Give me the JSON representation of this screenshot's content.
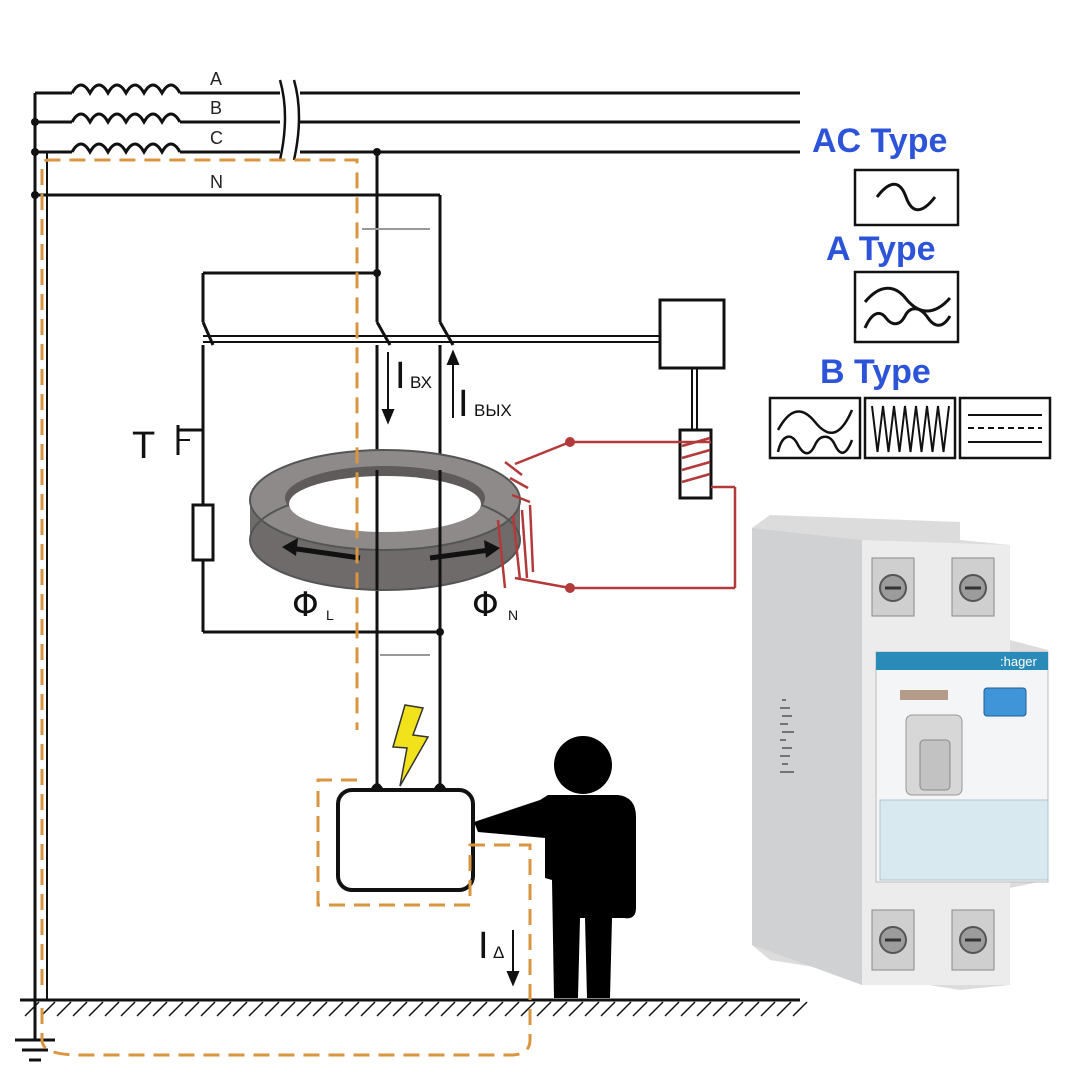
{
  "diagram": {
    "phase_labels": [
      "A",
      "B",
      "C",
      "N"
    ],
    "test_button_label": "T",
    "current_in": {
      "symbol": "I",
      "subscript": "ВХ"
    },
    "current_out": {
      "symbol": "I",
      "subscript": "ВЫХ"
    },
    "flux_L": {
      "symbol": "Φ",
      "subscript": "L"
    },
    "flux_N": {
      "symbol": "Φ",
      "subscript": "N"
    },
    "leakage_current": {
      "symbol": "I",
      "subscript": "Δ"
    }
  },
  "rcd_types": [
    {
      "title": "AC Type",
      "waveforms": [
        "sine-icon"
      ]
    },
    {
      "title": "A Type",
      "waveforms": [
        "pulsating-dc-icon"
      ]
    },
    {
      "title": "B Type",
      "waveforms": [
        "rectified-icon",
        "high-frequency-icon",
        "smooth-dc-icon"
      ]
    }
  ],
  "device": {
    "brand": ":hager"
  },
  "colors": {
    "type_title": "#2d54d8",
    "wires": "#111111",
    "protective_path": "#d9953f",
    "sensing_winding": "#b23a3a",
    "toroid": "#8e8a8a",
    "lightning": "#f1e21c",
    "brand_strip": "#2a8bb8",
    "test_button": "#3f95d8"
  }
}
